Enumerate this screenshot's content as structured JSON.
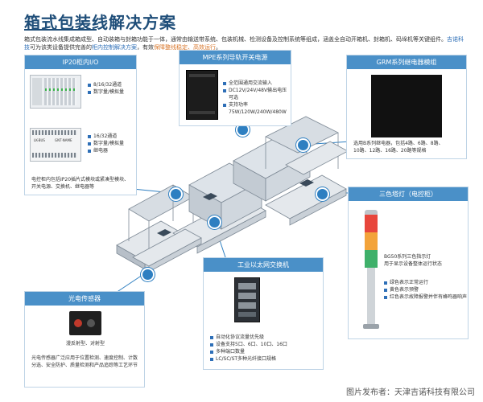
{
  "title": "箱式包装线解决方案",
  "intro": {
    "part1": "箱式包装流水线集成箱成型、自动装箱与封箱功能于一体，通常由输送带系统、包装机械、检测设备及控制系统等组成，涵盖全自动开箱机、封箱机、码垛机等关键组件。",
    "brand": "吉诺科技",
    "part2": "可为该类设备提供完善的",
    "part3": "柜内控制解决方案",
    "part4": "，有效",
    "part5": "保障整线稳定、高效运行",
    "part6": "。"
  },
  "panels": {
    "ip20": {
      "header": "IP20柜内I/O",
      "module1_bullets": [
        "8/16/32通道",
        "数字量/模拟量"
      ],
      "module2_bullets": [
        "16/32通道",
        "数字量/模拟量",
        "继电器"
      ],
      "desc_line1": "电控柜内包括IP20插片式模块或紧凑型模块、",
      "desc_line2": "开关电源、交换机、继电器等"
    },
    "mpe": {
      "header": "MPE系列导轨开关电源",
      "bullets": [
        "全范围通用交流输入",
        "DC12V/24V/48V输出电压可选",
        "支持功率75W/120W/240W/480W"
      ]
    },
    "grm": {
      "header": "GRM系列继电器模组",
      "desc_line1": "选用B系列继电器，包括4路、6路、8路、",
      "desc_line2": "10路、12路、16路、20路等规格"
    },
    "tower": {
      "header": "三色塔灯（电控柜）",
      "desc_line1": "BG50系列三色指示灯",
      "desc_line2": "用于显示设备整体运行状态",
      "bullets": [
        "绿色表示正常运行",
        "黄色表示预警",
        "红色表示故障报警并伴有蜂鸣器响声"
      ]
    },
    "switch": {
      "header": "工业以太网交换机",
      "bullets": [
        "自动化协议流量优先级",
        "设备支持5口、6口、10口、16口",
        "多种端口数量",
        "LC/SC/ST多种光纤接口规格"
      ]
    },
    "sensor": {
      "header": "光电传感器",
      "caption": "漫反射型、对射型",
      "desc_line1": "光电传感器广泛应用于位置检测、速度控制、计数",
      "desc_line2": "分选、安全防护、质量检测和产品追踪等工艺环节"
    }
  },
  "module_text": {
    "r1": "LK-BUS",
    "r2": "GNT·NAME"
  },
  "footer": "图片发布者：天津吉诺科技有限公司",
  "colors": {
    "header": "#4a90c8",
    "accent": "#2e7fc1",
    "title": "#1f4e79"
  }
}
